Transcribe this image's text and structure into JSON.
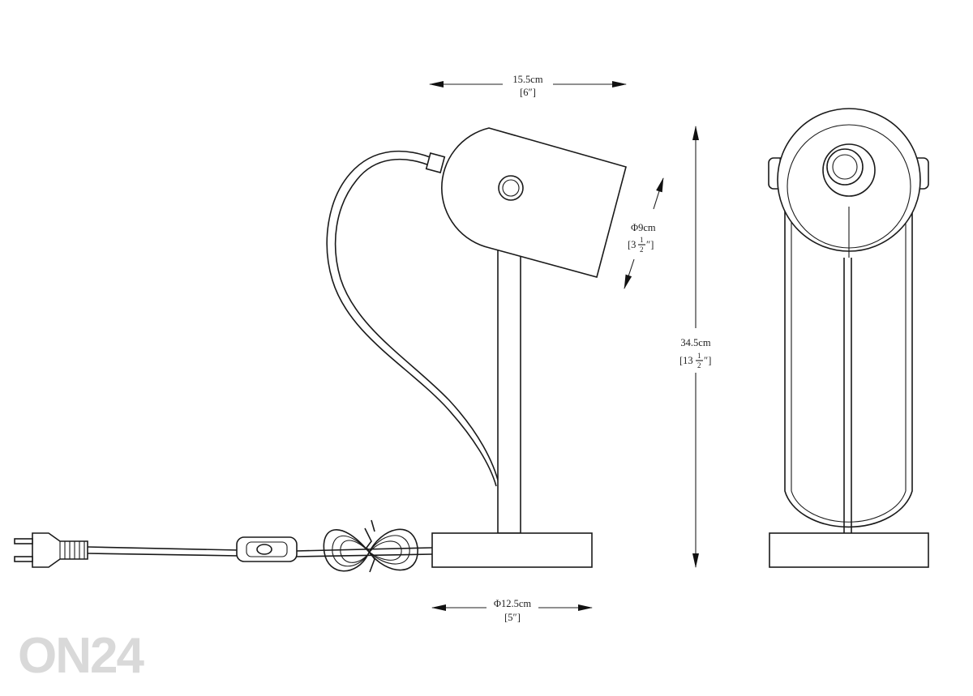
{
  "dimensions": {
    "width": {
      "metric": "15.5cm",
      "imperial": "[6″]"
    },
    "shade_diameter": {
      "metric": "Φ9cm",
      "imperial_open": "[3",
      "imperial_num": "1",
      "imperial_den": "2",
      "imperial_close": "″]"
    },
    "height": {
      "metric": "34.5cm",
      "imperial_open": "[13",
      "imperial_num": "1",
      "imperial_den": "2",
      "imperial_close": "″]"
    },
    "base_diameter": {
      "metric": "Φ12.5cm",
      "imperial": "[5″]"
    }
  },
  "watermark": {
    "text": "ON24"
  }
}
